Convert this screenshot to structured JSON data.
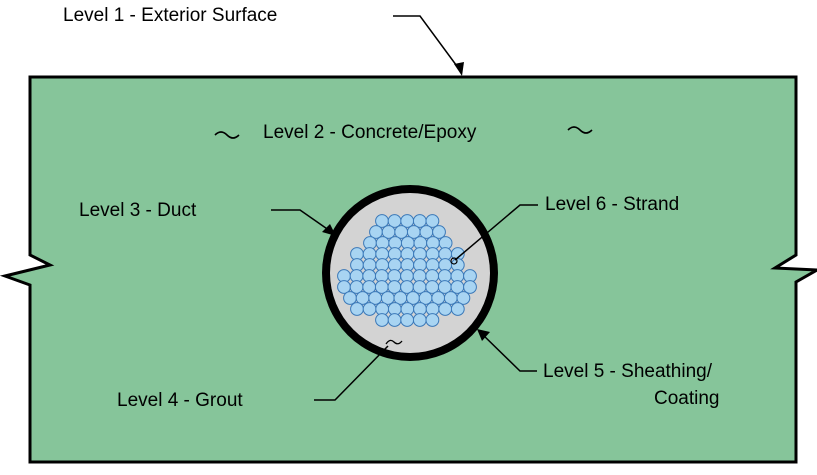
{
  "diagram": {
    "colors": {
      "concrete": "#86c59a",
      "duct": "#000000",
      "grout": "#d3d3d3",
      "strand": "#a8d4f2",
      "strand_outline": "#3a78b8"
    },
    "labels": {
      "level1": "Level 1 - Exterior Surface",
      "level2": "Level 2 - Concrete/Epoxy",
      "level3": "Level 3 - Duct",
      "level4": "Level 4 - Grout",
      "level5_line1": "Level 5 - Sheathing/",
      "level5_line2": "Coating",
      "level6": "Level 6 - Strand"
    }
  }
}
